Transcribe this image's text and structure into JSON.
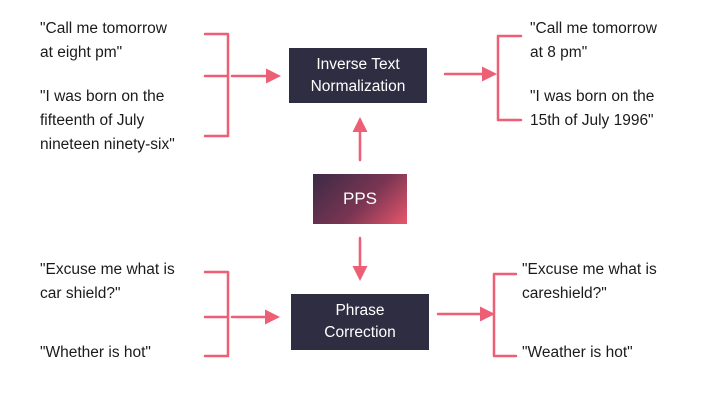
{
  "colors": {
    "accent": "#ec5f74",
    "box_dark": "#2e2d42",
    "pps_gradient_start": "#3b2a45",
    "pps_gradient_end": "#e8566c",
    "text": "#1b1b1b"
  },
  "boxes": {
    "itn": "Inverse Text\nNormalization",
    "pps": "PPS",
    "phrase": "Phrase\nCorrection"
  },
  "itn": {
    "inputs": [
      "\"Call me tomorrow\nat eight pm\"",
      "\"I was born on the\nfifteenth of July\nnineteen ninety-six\""
    ],
    "outputs": [
      "\"Call me tomorrow\nat 8 pm\"",
      "\"I was born on the\n15th of July 1996\""
    ]
  },
  "phrase_correction": {
    "inputs": [
      "\"Excuse me what is\ncar shield?\"",
      "\"Whether is hot\""
    ],
    "outputs": [
      "\"Excuse me what is\ncareshield?\"",
      "\"Weather is hot\""
    ]
  }
}
